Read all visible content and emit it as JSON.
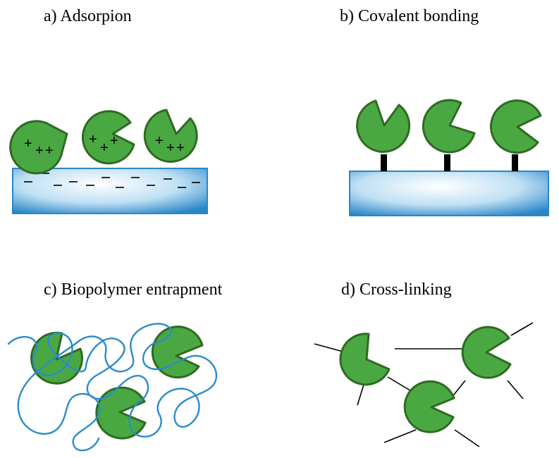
{
  "panels": {
    "a": {
      "title": "a) Adsorpion",
      "charge_pos": "+",
      "charge_neg": "–"
    },
    "b": {
      "title": "b) Covalent bonding"
    },
    "c": {
      "title": "c) Biopolymer entrapment"
    },
    "d": {
      "title": "d) Cross-linking"
    }
  },
  "colors": {
    "enzyme_fill": "#4aa843",
    "enzyme_stroke": "#2f6a22",
    "support_edge": "#2a86c8",
    "support_light": "#ffffff",
    "polymer": "#2a8cc8",
    "linker": "#000000"
  },
  "icons": {
    "enzyme": "pacman-enzyme-icon",
    "support": "support-slab-icon",
    "polymer": "polymer-chain-icon"
  }
}
